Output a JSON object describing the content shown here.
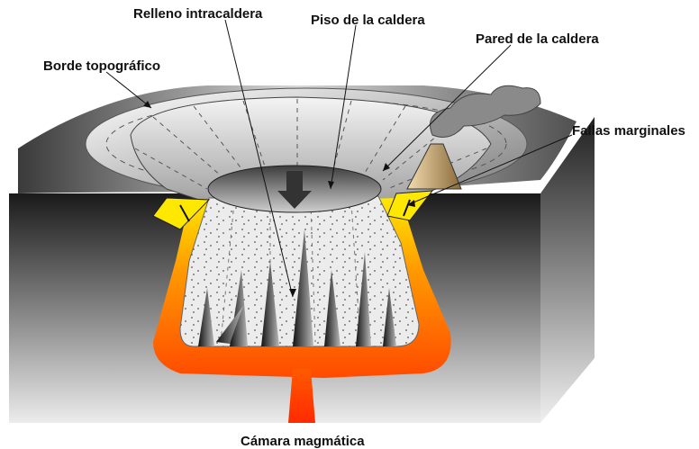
{
  "labels": {
    "relleno": "Relleno intracaldera",
    "piso": "Piso de la caldera",
    "pared": "Pared de la caldera",
    "borde": "Borde topográfico",
    "fallas": "Fallas marginales",
    "camara": "Cámara magmática"
  },
  "colors": {
    "magma_hot": "#ff5a00",
    "magma_warm": "#ff9a00",
    "fault_yellow": "#ffe800",
    "fill_speckle": "#e8e8e8",
    "block_dark": "#2a2a2a",
    "block_light": "#e6e6e6",
    "cone": "#c9a36a"
  }
}
